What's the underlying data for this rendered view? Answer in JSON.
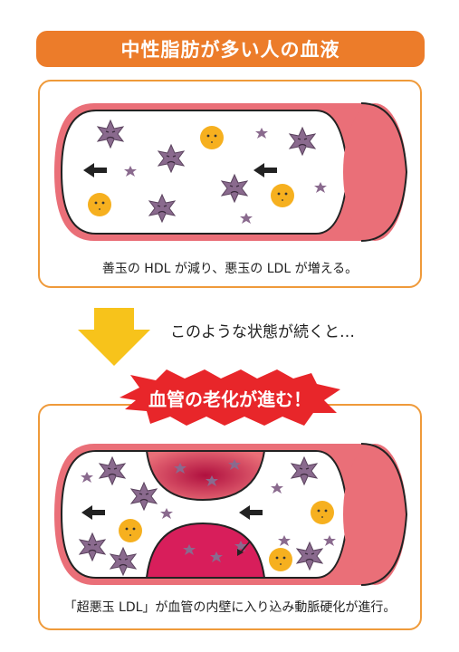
{
  "title": "中性脂肪が多い人の血液",
  "top_caption": "善玉の HDL が減り、悪玉の LDL が増える。",
  "transition_text": "このような状態が続くと…",
  "warning_text": "血管の老化が進む！",
  "bottom_caption": "「超悪玉 LDL」が血管の内壁に入り込み動脈硬化が進行。",
  "colors": {
    "banner": "#ec7c2a",
    "vessel_wall": "#ea6f78",
    "lumen": "#ffffff",
    "plaque": "#d81e5b",
    "ldl_purple": "#8a6a8e",
    "hdl_yellow": "#f6b01f",
    "arrow_down": "#f7c31b",
    "burst": "#e8262a"
  },
  "icons": [
    "ldl-particle-icon",
    "small-ldl-particle-icon",
    "hdl-particle-icon",
    "flow-arrow-icon",
    "down-arrow-icon"
  ]
}
